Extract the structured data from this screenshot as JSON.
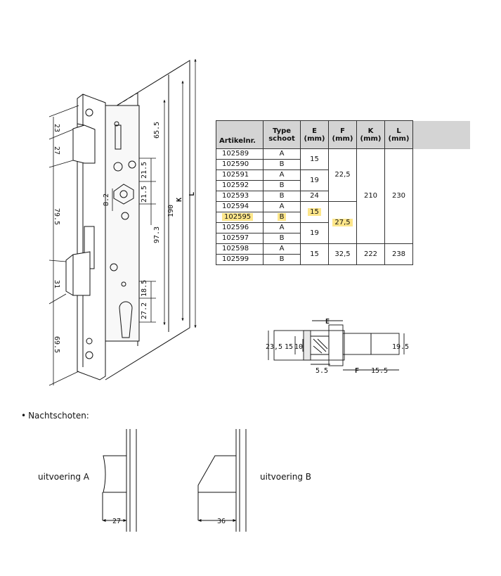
{
  "lock_dimensions": {
    "left": [
      "23",
      "27",
      "79.5",
      "31",
      "69.5"
    ],
    "right_upper": [
      "65.5",
      "21.5",
      "21.5",
      "8.2",
      "97.3",
      "18.5",
      "27.2"
    ],
    "overall": [
      "190",
      "K",
      "L"
    ]
  },
  "table": {
    "headers": [
      {
        "line1": "Artikelnr.",
        "line2": ""
      },
      {
        "line1": "Type",
        "line2": "schoot"
      },
      {
        "line1": "E",
        "line2": "(mm)"
      },
      {
        "line1": "F",
        "line2": "(mm)"
      },
      {
        "line1": "K",
        "line2": "(mm)"
      },
      {
        "line1": "L",
        "line2": "(mm)"
      }
    ],
    "articles": [
      "102589",
      "102590",
      "102591",
      "102592",
      "102593",
      "102594",
      "102595",
      "102596",
      "102597",
      "102598",
      "102599"
    ],
    "types": [
      "A",
      "B",
      "A",
      "B",
      "B",
      "A",
      "B",
      "A",
      "B",
      "A",
      "B"
    ],
    "e_values": [
      "15",
      "19",
      "24",
      "15",
      "19",
      "15"
    ],
    "f_values": [
      "22,5",
      "27,5",
      "32,5"
    ],
    "k_values": [
      "210",
      "222"
    ],
    "l_values": [
      "230",
      "238"
    ],
    "highlight_color": "#fde68a"
  },
  "cross_section": {
    "label_e": "E",
    "label_f": "F",
    "dims": [
      "23,5",
      "15",
      "10",
      "19.5",
      "5.5",
      "15.5"
    ]
  },
  "night_latches": {
    "title": "Nachtschoten:",
    "variant_a": {
      "label": "uitvoering A",
      "dim": "27"
    },
    "variant_b": {
      "label": "uitvoering B",
      "dim": "36"
    }
  }
}
